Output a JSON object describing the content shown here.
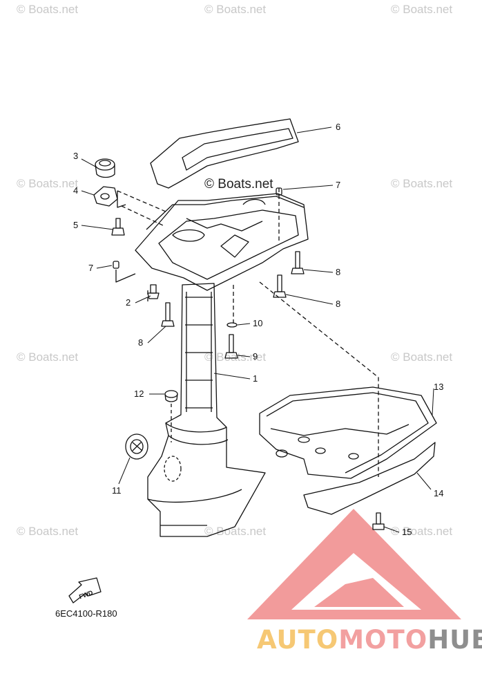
{
  "watermark": "© Boats.net",
  "center_watermark": "© Boats.net",
  "diagram_code": "6EC4100-R180",
  "fwd_label": "FWD",
  "logo": {
    "part1": "AUTO",
    "part2": "MOTO",
    "part3": "HUB"
  },
  "callouts": [
    "6",
    "3",
    "7",
    "4",
    "5",
    "7",
    "8",
    "2",
    "8",
    "10",
    "8",
    "9",
    "1",
    "12",
    "13",
    "11",
    "14",
    "15"
  ],
  "colors": {
    "line": "#111111",
    "watermark": "#c8c8c8",
    "logo_red": "#f08a8a",
    "logo_yellow": "#f6c874",
    "logo_gray": "#8e8e8e"
  }
}
